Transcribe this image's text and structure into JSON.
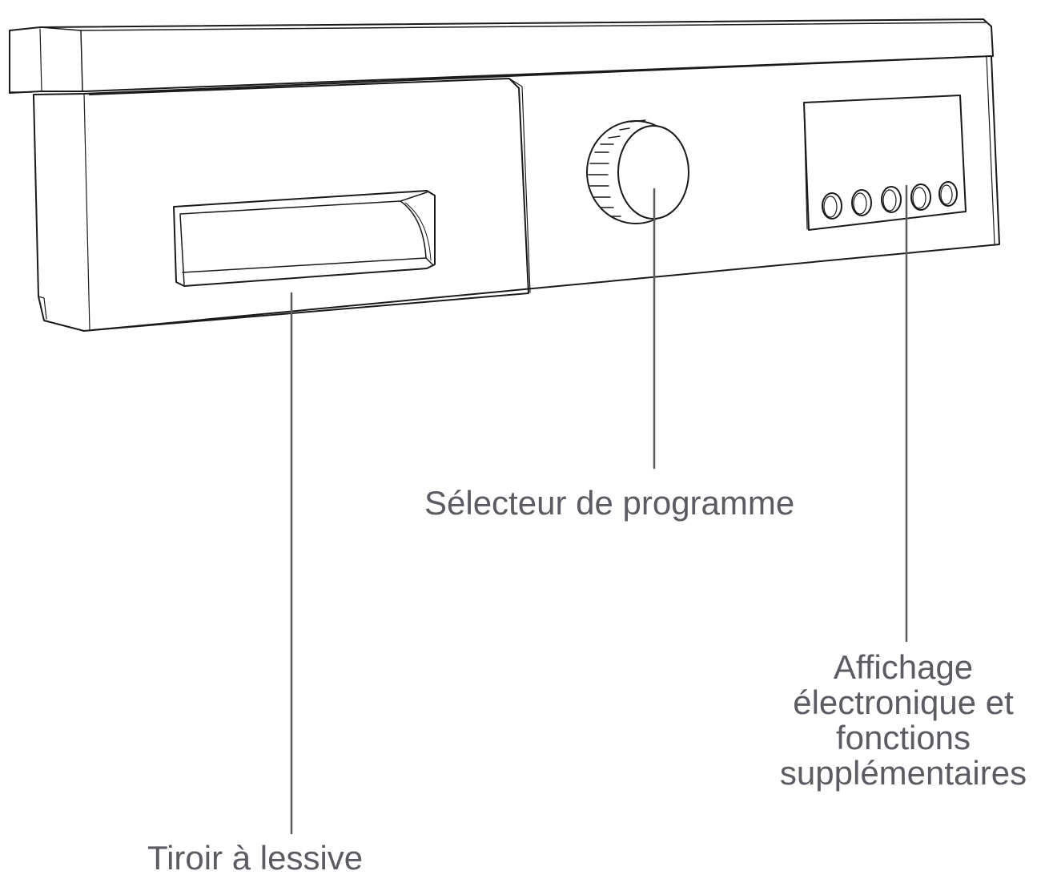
{
  "labels": {
    "program_selector": "Sélecteur de programme",
    "detergent_drawer": "Tiroir à lessive",
    "display": {
      "line1": "Affichage",
      "line2": "électronique et",
      "line3": "fonctions",
      "line4": "supplémentaires"
    }
  },
  "colors": {
    "outline": "#1a1a1a",
    "leader_line": "#5a5c61",
    "label_text": "#5a5c61",
    "background": "#ffffff"
  },
  "components": {
    "function_button_count": 5
  }
}
